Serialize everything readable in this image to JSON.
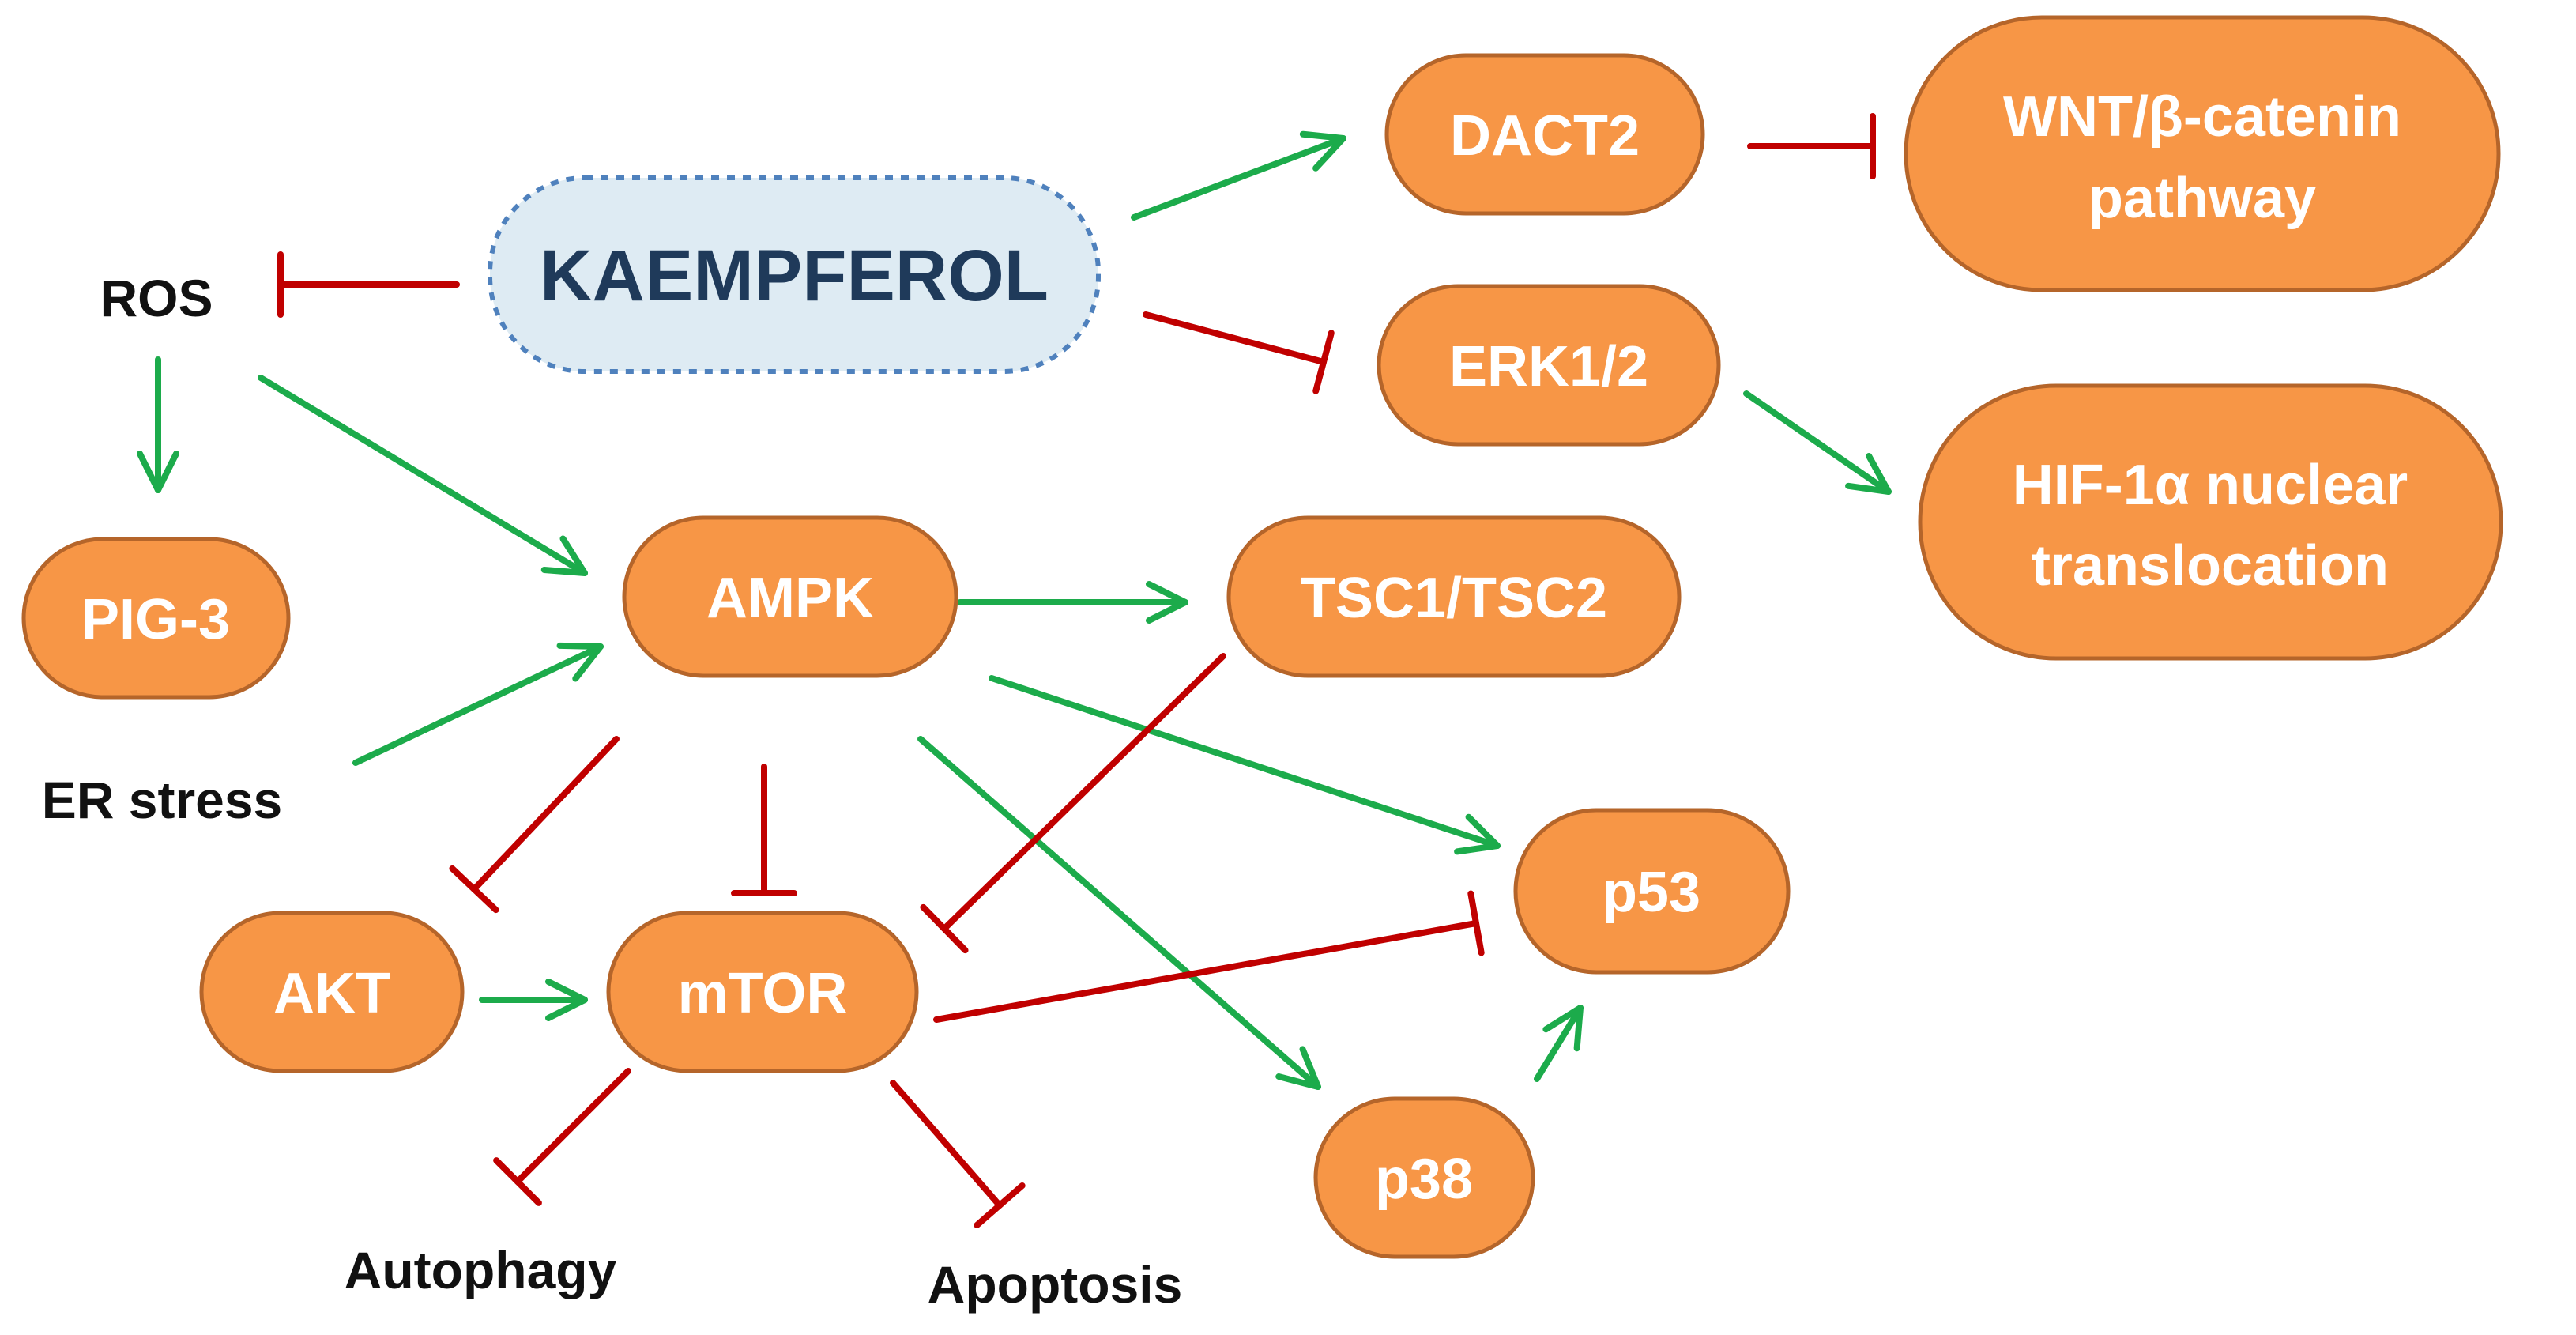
{
  "colors": {
    "node_fill": "#F79646",
    "node_stroke": "#B5652A",
    "center_fill": "#DEEBF3",
    "center_stroke": "#4F81BD",
    "activation": "#1CAB4B",
    "inhibition": "#C00000"
  },
  "center": {
    "label": "KAEMPFEROL"
  },
  "nodes": {
    "dact2": "DACT2",
    "wnt_line1": "WNT/β-catenin",
    "wnt_line2": "pathway",
    "erk": "ERK1/2",
    "hif_line1": "HIF-1α nuclear",
    "hif_line2": "translocation",
    "pig3": "PIG-3",
    "ampk": "AMPK",
    "tsc": "TSC1/TSC2",
    "p53": "p53",
    "akt": "AKT",
    "mtor": "mTOR",
    "p38": "p38"
  },
  "labels": {
    "ros": "ROS",
    "er_stress": "ER stress",
    "autophagy": "Autophagy",
    "apoptosis": "Apoptosis"
  },
  "edges": [
    {
      "from": "KAEMPFEROL",
      "to": "DACT2",
      "type": "activation"
    },
    {
      "from": "DACT2",
      "to": "WNT/β-catenin pathway",
      "type": "inhibition"
    },
    {
      "from": "KAEMPFEROL",
      "to": "ROS",
      "type": "inhibition"
    },
    {
      "from": "KAEMPFEROL",
      "to": "ERK1/2",
      "type": "inhibition"
    },
    {
      "from": "ERK1/2",
      "to": "HIF-1α nuclear translocation",
      "type": "activation"
    },
    {
      "from": "ROS",
      "to": "PIG-3",
      "type": "activation"
    },
    {
      "from": "ROS",
      "to": "AMPK",
      "type": "activation"
    },
    {
      "from": "ER stress",
      "to": "AMPK",
      "type": "activation"
    },
    {
      "from": "AMPK",
      "to": "TSC1/TSC2",
      "type": "activation"
    },
    {
      "from": "AMPK",
      "to": "p53",
      "type": "activation"
    },
    {
      "from": "AMPK",
      "to": "p38",
      "type": "activation"
    },
    {
      "from": "AMPK",
      "to": "AKT",
      "type": "inhibition"
    },
    {
      "from": "AMPK",
      "to": "mTOR",
      "type": "inhibition"
    },
    {
      "from": "TSC1/TSC2",
      "to": "mTOR",
      "type": "inhibition"
    },
    {
      "from": "AKT",
      "to": "mTOR",
      "type": "activation"
    },
    {
      "from": "mTOR",
      "to": "p53",
      "type": "inhibition"
    },
    {
      "from": "p38",
      "to": "p53",
      "type": "activation"
    },
    {
      "from": "mTOR",
      "to": "Autophagy",
      "type": "inhibition"
    },
    {
      "from": "mTOR",
      "to": "Apoptosis",
      "type": "inhibition"
    }
  ]
}
